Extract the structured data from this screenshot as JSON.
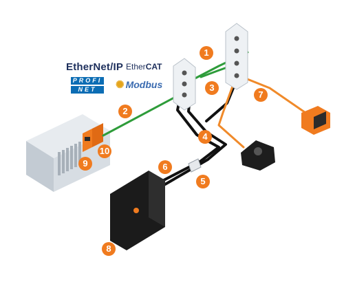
{
  "logos": {
    "ethernetip": "EtherNet/IP",
    "ethercat_prefix": "Ether",
    "ethercat_suffix": "CAT",
    "profinet_top": "PROFI",
    "profinet_bottom": "NET",
    "modbus": "Modbus",
    "modbus_icon": "gear-icon"
  },
  "callouts": [
    "1",
    "2",
    "3",
    "4",
    "5",
    "6",
    "7",
    "8",
    "9",
    "10"
  ],
  "colors": {
    "callout": "#f07b1f",
    "fieldbus_cable": "#2e9c3a",
    "io_cable": "#f08a2a",
    "power_cable": "#111111",
    "enclosure": "#d7dde3"
  }
}
